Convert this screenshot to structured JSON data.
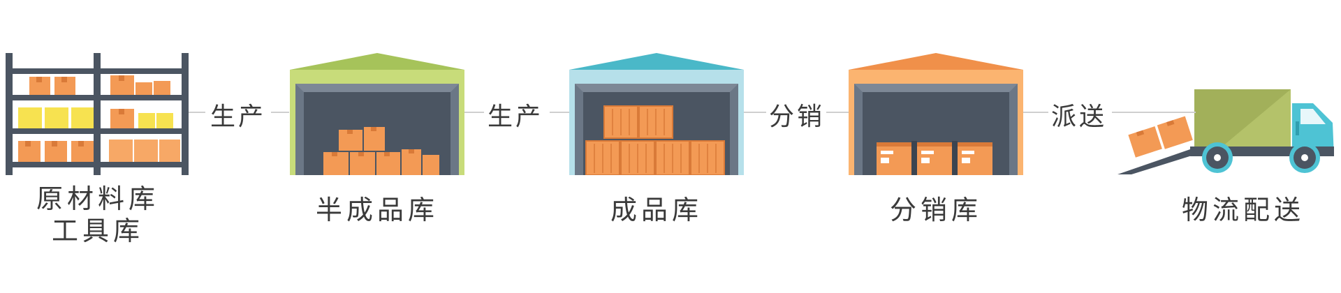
{
  "stages": [
    {
      "label_line1": "原材料库",
      "label_line2": "工具库",
      "icon": "shelving-rack-icon"
    },
    {
      "label": "半成品库",
      "icon": "warehouse-green-icon"
    },
    {
      "label": "成品库",
      "icon": "warehouse-blue-icon"
    },
    {
      "label": "分销库",
      "icon": "warehouse-orange-icon"
    },
    {
      "label": "物流配送",
      "icon": "delivery-truck-icon"
    }
  ],
  "connectors": [
    "生产",
    "生产",
    "分销",
    "派送"
  ],
  "colors": {
    "green_roof": "#a6c35a",
    "green_wall": "#c8dc7a",
    "blue_roof": "#4ab8c8",
    "blue_wall": "#b6e0ea",
    "orange_roof": "#f0904a",
    "orange_wall": "#fbb470",
    "dark_inner": "#4b5562",
    "door_frame": "#6b7786",
    "box": "#f39a55",
    "box_dark": "#d97a38",
    "shelf": "#4b5562",
    "yellow_box": "#f7e250",
    "truck_body": "#a2b05a",
    "truck_cab": "#4ec3d4",
    "text": "#3a3a3a",
    "line": "#cfcfcf"
  }
}
